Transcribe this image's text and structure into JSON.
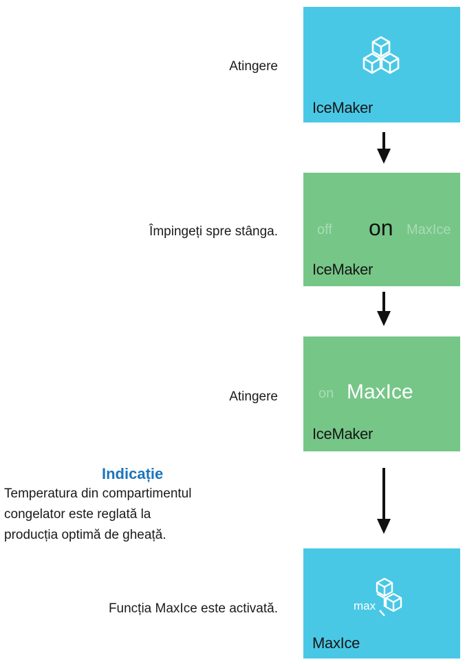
{
  "steps": [
    {
      "instruction": "Atingere",
      "tile_label": "IceMaker"
    },
    {
      "instruction": "Împingeți spre stânga.",
      "tile_label": "IceMaker",
      "selector": {
        "left": "off",
        "center": "on",
        "right": "MaxIce"
      }
    },
    {
      "instruction": "Atingere",
      "tile_label": "IceMaker",
      "selector": {
        "left": "on",
        "center": "MaxIce"
      }
    },
    {
      "instruction": "Funcția MaxIce este activată.",
      "tile_label": "MaxIce",
      "icon_text": "max"
    }
  ],
  "note": {
    "title": "Indicație",
    "lines": [
      "Temperatura din compartimentul",
      "congelator este reglată la",
      "producția optimă de gheață."
    ]
  },
  "colors": {
    "blue_tile": "#49c8e6",
    "green_tile": "#76c687",
    "note_title": "#1c75bc"
  },
  "icons": [
    "ice-cubes-icon",
    "max-ice-icon",
    "arrow-down-icon"
  ]
}
